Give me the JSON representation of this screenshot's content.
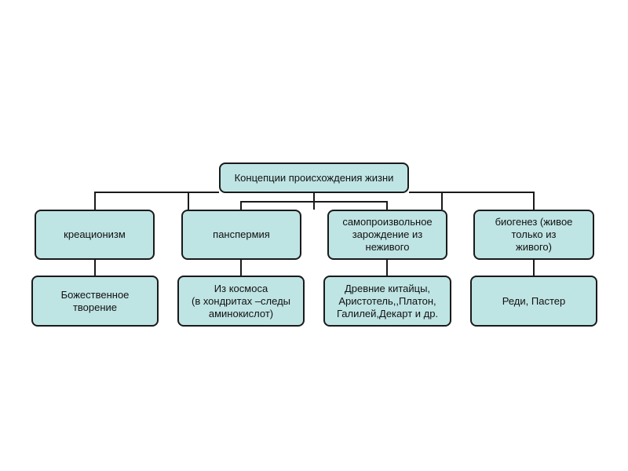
{
  "colors": {
    "node_fill": "#bfe4e4",
    "node_border": "#1a1a1a",
    "connector": "#1a1a1a"
  },
  "root": {
    "label": "Концепции происхождения жизни"
  },
  "concepts": [
    {
      "label": "креационизм",
      "detail": "Божественное\nтворение"
    },
    {
      "label": "панспермия",
      "detail": "Из космоса\n(в хондритах –следы\nаминокислот)"
    },
    {
      "label": "самопроизвольное\nзарождение из\nнеживого",
      "detail": "Древние китайцы,\nАристотель,,Платон,\nГалилей,Декарт и др."
    },
    {
      "label": "биогенез  (живое\nтолько из\nживого)",
      "detail": "Реди, Пастер"
    }
  ]
}
